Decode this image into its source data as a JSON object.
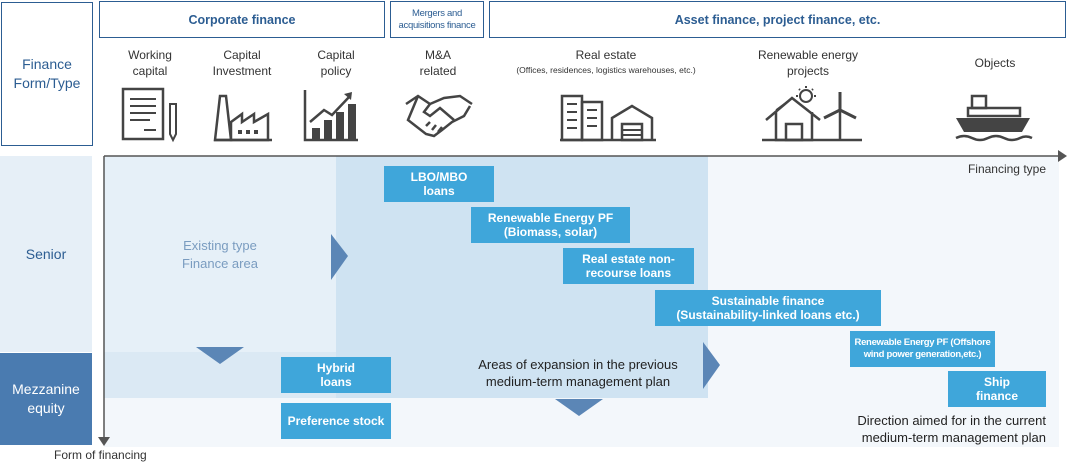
{
  "header": {
    "corporate": "Corporate finance",
    "mna": [
      "Mergers and",
      "acquisitions finance"
    ],
    "asset": "Asset finance, project finance, etc."
  },
  "left_labels": {
    "finance_form": [
      "Finance",
      "Form/Type"
    ],
    "senior": "Senior",
    "mezzanine": [
      "Mezzanine",
      "equity"
    ]
  },
  "categories": {
    "working_capital": [
      "Working",
      "capital"
    ],
    "capital_investment": [
      "Capital",
      "Investment"
    ],
    "capital_policy": [
      "Capital",
      "policy"
    ],
    "mna_related": [
      "M&A",
      "related"
    ],
    "real_estate": "Real estate",
    "real_estate_sub": "(Offices, residences, logistics warehouses, etc.)",
    "renewable": [
      "Renewable energy",
      "projects"
    ],
    "objects": "Objects"
  },
  "axes": {
    "x_label": "Financing type",
    "y_label": "Form of financing"
  },
  "areas": {
    "existing": [
      "Existing type",
      "Finance area"
    ],
    "previous_plan": [
      "Areas of expansion in the previous",
      "medium-term management plan"
    ],
    "current_plan": [
      "Direction aimed for in the current",
      "medium-term management plan"
    ]
  },
  "boxes": {
    "lbo": [
      "LBO/MBO",
      "loans"
    ],
    "renewable_pf": [
      "Renewable Energy PF",
      "(Biomass, solar)"
    ],
    "real_estate_nonrecourse": [
      "Real estate non-",
      "recourse loans"
    ],
    "sustainable": [
      "Sustainable finance",
      "(Sustainability-linked loans etc.)"
    ],
    "offshore": [
      "Renewable Energy PF (Offshore",
      "wind power generation,etc.)"
    ],
    "ship": [
      "Ship",
      "finance"
    ],
    "hybrid": [
      "Hybrid",
      "loans"
    ],
    "preference": "Preference stock"
  },
  "colors": {
    "navy": "#2c5d92",
    "box_blue": "#3fa6da",
    "existing_area": "#e6f0f8",
    "previous_area": "#cfe3f2",
    "current_area": "#f3f7fb",
    "arrow": "#5b86b6",
    "mezz_label": "#4a7bb0",
    "senior_label": "#e6eff7"
  }
}
